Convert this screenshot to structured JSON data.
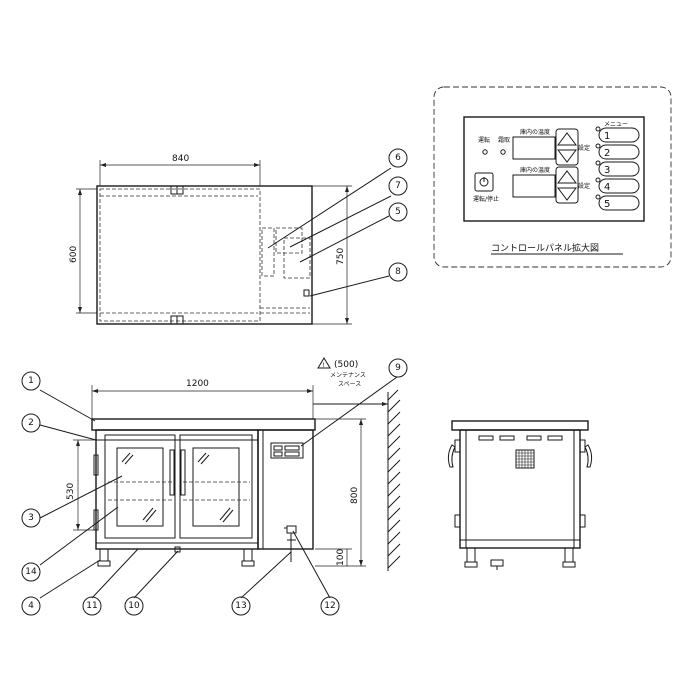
{
  "dimensions": {
    "top_width": "840",
    "top_depth": "600",
    "top_height": "750",
    "front_width": "1200",
    "door_height": "530",
    "total_height": "800",
    "leg_height": "100",
    "maintenance": "(500)",
    "maintenance_label_1": "メンテナンス",
    "maintenance_label_2": "スペース"
  },
  "callouts": [
    "1",
    "2",
    "3",
    "4",
    "5",
    "6",
    "7",
    "8",
    "9",
    "10",
    "11",
    "12",
    "13",
    "14"
  ],
  "panel": {
    "title": "コントロールパネル拡大図",
    "run_label": "運転",
    "defrost_label": "霜取",
    "temp_label_1": "庫内の温度",
    "temp_label_2": "庫内の温度",
    "set_label_1": "設定",
    "set_label_2": "設定",
    "stop_label": "運転/停止",
    "menu_label": "メニュー",
    "menu_items": [
      "1",
      "2",
      "3",
      "4",
      "5"
    ]
  }
}
